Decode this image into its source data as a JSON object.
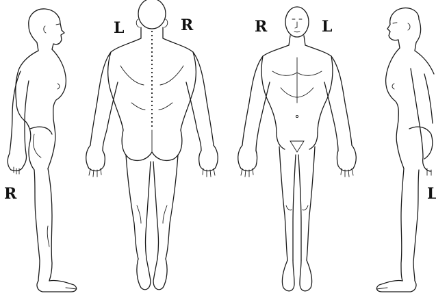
{
  "figure": {
    "background": "#ffffff",
    "line_color": "#1a1a1a",
    "views": [
      {
        "id": "side-right",
        "side_label": "R"
      },
      {
        "id": "back",
        "labels": [
          "L",
          "R"
        ]
      },
      {
        "id": "front",
        "labels": [
          "R",
          "L"
        ]
      },
      {
        "id": "side-left",
        "side_label": "L"
      }
    ]
  }
}
